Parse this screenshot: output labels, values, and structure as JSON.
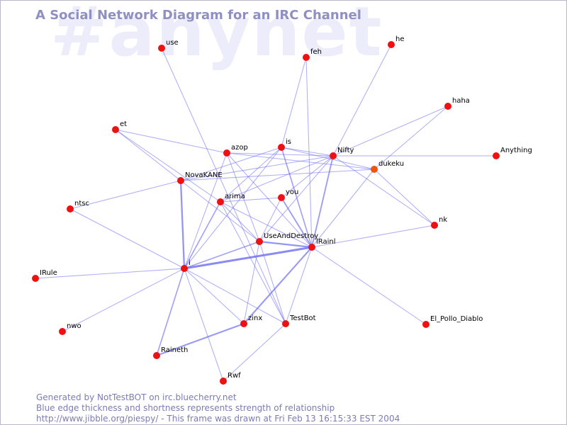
{
  "watermark": "#anynet",
  "title": "A Social Network Diagram for an IRC Channel",
  "footer": {
    "line1": "Generated by NotTestBOT on irc.bluecherry.net",
    "line2": "Blue edge thickness and shortness represents strength of relationship",
    "line3": "http://www.jibble.org/piespy/ - This frame was drawn at Fri Feb 13 16:15:33 EST 2004"
  },
  "colors": {
    "node": "#ee1111",
    "node_highlight": "#ee5511",
    "edge": "#6a6af0",
    "title": "#8f8fc4",
    "watermark": "#ececfa",
    "footer": "#7b7bb6"
  },
  "nodes": [
    {
      "id": "use",
      "label": "use"
    },
    {
      "id": "he",
      "label": "he"
    },
    {
      "id": "feh",
      "label": "feh"
    },
    {
      "id": "haha",
      "label": "haha"
    },
    {
      "id": "et",
      "label": "et"
    },
    {
      "id": "azop",
      "label": "azop"
    },
    {
      "id": "is",
      "label": "is"
    },
    {
      "id": "Nifty",
      "label": "Nifty"
    },
    {
      "id": "Anything",
      "label": "Anything"
    },
    {
      "id": "dukeku",
      "label": "dukeku",
      "highlight": true
    },
    {
      "id": "NovaKANE",
      "label": "NovaKANE"
    },
    {
      "id": "you",
      "label": "you"
    },
    {
      "id": "arima",
      "label": "arima"
    },
    {
      "id": "ntsc",
      "label": "ntsc"
    },
    {
      "id": "nk",
      "label": "nk"
    },
    {
      "id": "UseAndDestroy",
      "label": "UseAndDestroy"
    },
    {
      "id": "IRainI",
      "label": "lRainl"
    },
    {
      "id": "i",
      "label": "i"
    },
    {
      "id": "IRule",
      "label": "IRule"
    },
    {
      "id": "zinx",
      "label": "zinx"
    },
    {
      "id": "TestBot",
      "label": "TestBot"
    },
    {
      "id": "El_Pollo_Diablo",
      "label": "El_Pollo_Diablo"
    },
    {
      "id": "nwo",
      "label": "nwo"
    },
    {
      "id": "Raineth",
      "label": "Raineth"
    },
    {
      "id": "Rwf",
      "label": "Rwf"
    }
  ],
  "edges": [
    {
      "source": "use",
      "target": "TestBot",
      "strength": 1
    },
    {
      "source": "he",
      "target": "Nifty",
      "strength": 1
    },
    {
      "source": "feh",
      "target": "is",
      "strength": 1
    },
    {
      "source": "feh",
      "target": "IRainI",
      "strength": 1
    },
    {
      "source": "haha",
      "target": "Nifty",
      "strength": 1
    },
    {
      "source": "haha",
      "target": "dukeku",
      "strength": 1
    },
    {
      "source": "et",
      "target": "azop",
      "strength": 1
    },
    {
      "source": "et",
      "target": "arima",
      "strength": 1
    },
    {
      "source": "et",
      "target": "NovaKANE",
      "strength": 1
    },
    {
      "source": "azop",
      "target": "Nifty",
      "strength": 1
    },
    {
      "source": "azop",
      "target": "dukeku",
      "strength": 1
    },
    {
      "source": "azop",
      "target": "i",
      "strength": 1
    },
    {
      "source": "azop",
      "target": "UseAndDestroy",
      "strength": 1
    },
    {
      "source": "azop",
      "target": "IRainI",
      "strength": 1
    },
    {
      "source": "is",
      "target": "Nifty",
      "strength": 1
    },
    {
      "source": "is",
      "target": "dukeku",
      "strength": 1
    },
    {
      "source": "is",
      "target": "NovaKANE",
      "strength": 1
    },
    {
      "source": "is",
      "target": "arima",
      "strength": 1
    },
    {
      "source": "is",
      "target": "IRainI",
      "strength": 1.6
    },
    {
      "source": "is",
      "target": "i",
      "strength": 1
    },
    {
      "source": "Nifty",
      "target": "Anything",
      "strength": 1
    },
    {
      "source": "Nifty",
      "target": "NovaKANE",
      "strength": 1
    },
    {
      "source": "Nifty",
      "target": "arima",
      "strength": 1
    },
    {
      "source": "Nifty",
      "target": "you",
      "strength": 1
    },
    {
      "source": "Nifty",
      "target": "UseAndDestroy",
      "strength": 1
    },
    {
      "source": "Nifty",
      "target": "IRainI",
      "strength": 1.8
    },
    {
      "source": "Nifty",
      "target": "nk",
      "strength": 1
    },
    {
      "source": "NovaKANE",
      "target": "dukeku",
      "strength": 1
    },
    {
      "source": "NovaKANE",
      "target": "ntsc",
      "strength": 1
    },
    {
      "source": "NovaKANE",
      "target": "i",
      "strength": 2.2
    },
    {
      "source": "NovaKANE",
      "target": "UseAndDestroy",
      "strength": 1
    },
    {
      "source": "dukeku",
      "target": "nk",
      "strength": 1
    },
    {
      "source": "dukeku",
      "target": "IRainI",
      "strength": 1
    },
    {
      "source": "arima",
      "target": "you",
      "strength": 1
    },
    {
      "source": "arima",
      "target": "i",
      "strength": 1.6
    },
    {
      "source": "arima",
      "target": "UseAndDestroy",
      "strength": 1
    },
    {
      "source": "arima",
      "target": "IRainI",
      "strength": 1
    },
    {
      "source": "arima",
      "target": "TestBot",
      "strength": 1
    },
    {
      "source": "you",
      "target": "IRainI",
      "strength": 1.8
    },
    {
      "source": "you",
      "target": "UseAndDestroy",
      "strength": 1
    },
    {
      "source": "UseAndDestroy",
      "target": "IRainI",
      "strength": 2.2
    },
    {
      "source": "UseAndDestroy",
      "target": "i",
      "strength": 1.6
    },
    {
      "source": "UseAndDestroy",
      "target": "zinx",
      "strength": 1
    },
    {
      "source": "UseAndDestroy",
      "target": "TestBot",
      "strength": 1
    },
    {
      "source": "IRainI",
      "target": "i",
      "strength": 2.8
    },
    {
      "source": "IRainI",
      "target": "zinx",
      "strength": 2
    },
    {
      "source": "IRainI",
      "target": "TestBot",
      "strength": 1
    },
    {
      "source": "IRainI",
      "target": "El_Pollo_Diablo",
      "strength": 1
    },
    {
      "source": "IRainI",
      "target": "nk",
      "strength": 1
    },
    {
      "source": "i",
      "target": "ntsc",
      "strength": 1
    },
    {
      "source": "i",
      "target": "IRule",
      "strength": 1
    },
    {
      "source": "i",
      "target": "nwo",
      "strength": 1
    },
    {
      "source": "i",
      "target": "zinx",
      "strength": 1
    },
    {
      "source": "i",
      "target": "TestBot",
      "strength": 1
    },
    {
      "source": "i",
      "target": "Raineth",
      "strength": 1.6
    },
    {
      "source": "i",
      "target": "Rwf",
      "strength": 1
    },
    {
      "source": "zinx",
      "target": "Raineth",
      "strength": 2
    },
    {
      "source": "TestBot",
      "target": "Rwf",
      "strength": 1
    }
  ]
}
